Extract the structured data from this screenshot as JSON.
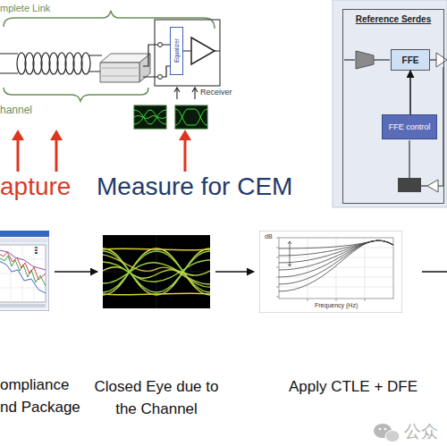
{
  "diagram": {
    "nodes": [
      {
        "text": [
          "Equalizer"
        ]
      },
      {
        "text": [
          "Reference Serdes"
        ]
      },
      {
        "text": [
          "FFE"
        ],
        "in": 1
      },
      {
        "text": [
          "FFE control"
        ],
        "in": 1
      },
      {
        "text": [
          "ompliance nd Package"
        ]
      },
      {
        "text": [
          "Closed Eye due to the Channel"
        ]
      },
      {
        "text": [
          "Apply CTLE + DFE"
        ]
      }
    ],
    "edges": [
      {
        "from": 3,
        "to": 2,
        "arrow": "to"
      },
      {
        "from": 4,
        "to": 5,
        "arrow": "to"
      },
      {
        "from": 5,
        "to": 6,
        "arrow": "to"
      }
    ],
    "labels": [
      "mplete Link",
      "hannel",
      "Receiver",
      "apture",
      "Measure for CEM",
      "dB",
      "Frequency (Hz)",
      "公众"
    ]
  }
}
